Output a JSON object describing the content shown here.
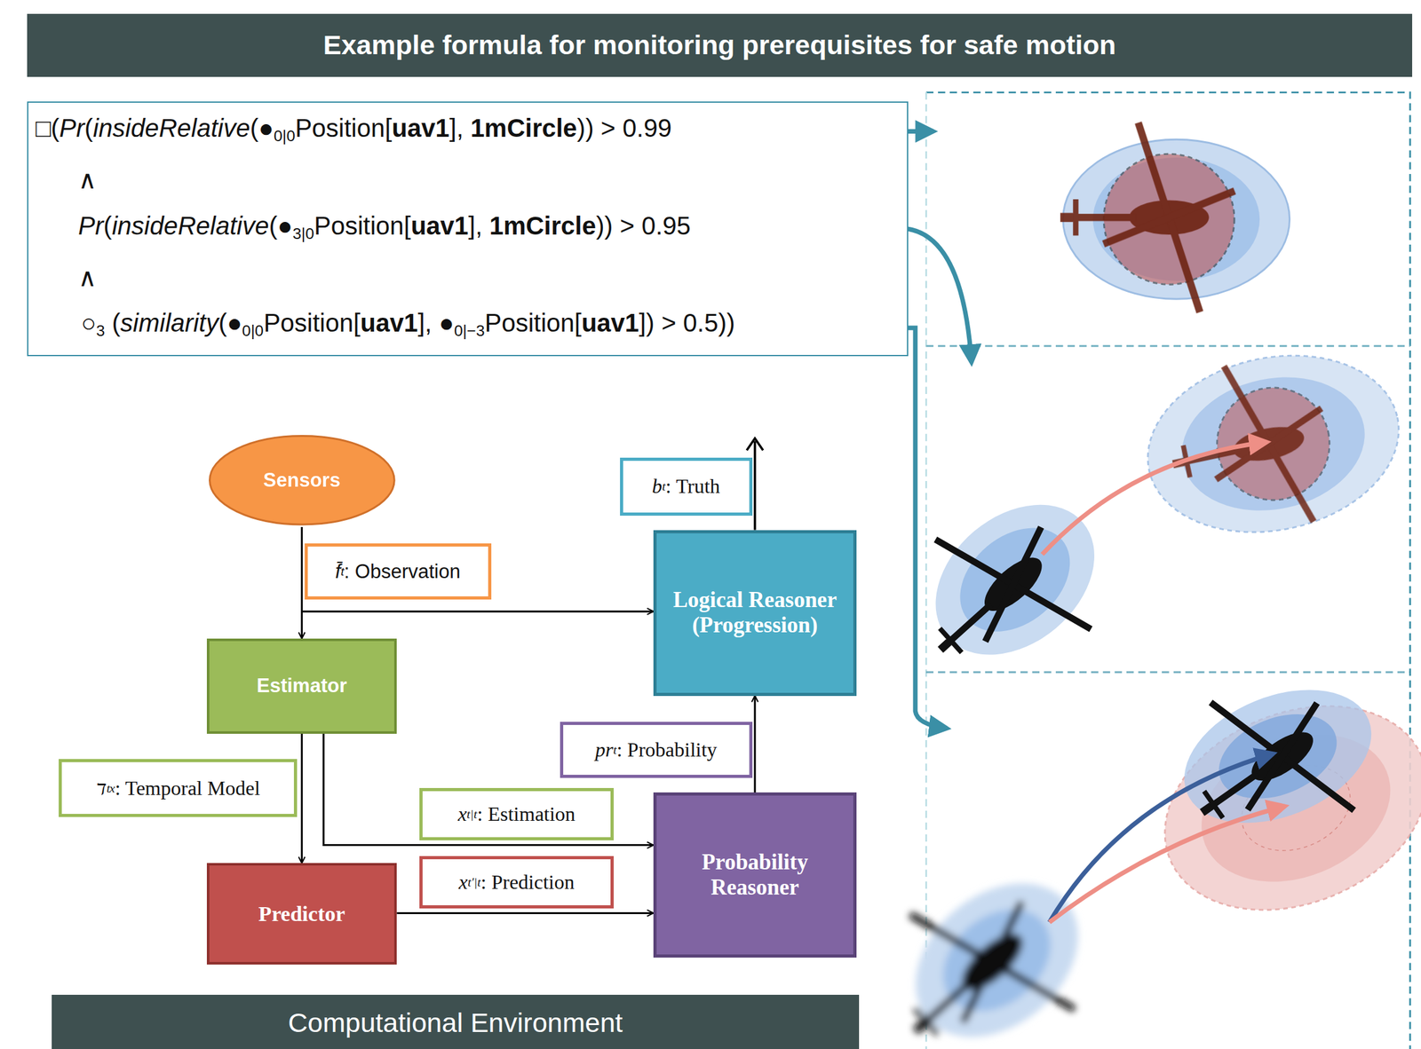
{
  "diagram": {
    "title": "Example formula for monitoring prerequisites for safe motion",
    "nodes": [
      {
        "text": [
          "□(Pr(insideRelative(●0|0Position[uav1], 1mCircle)) > 0.99",
          "∧",
          "Pr(insideRelative(●3|0Position[uav1], 1mCircle)) > 0.95",
          "∧",
          "○3 (similarity(●0|0Position[uav1], ●0|−3Position[uav1]) > 0.5))"
        ]
      },
      {
        "text": [
          "Sensors"
        ]
      },
      {
        "text": [
          "Estimator"
        ]
      },
      {
        "text": [
          "Predictor"
        ]
      },
      {
        "text": [
          "Logical Reasoner (Progression)"
        ]
      },
      {
        "text": [
          "Probability Reasoner"
        ]
      },
      {
        "text": [
          "Computational Environment"
        ]
      }
    ],
    "edges": [
      {
        "from": 1,
        "to": 2,
        "arrow": "to",
        "label": "f̄t: Observation"
      },
      {
        "from": 1,
        "to": 4,
        "arrow": "to"
      },
      {
        "from": 2,
        "to": 3,
        "arrow": "to",
        "label": "דtx: Temporal Model"
      },
      {
        "from": 2,
        "to": 5,
        "arrow": "to",
        "label": "xt|t: Estimation"
      },
      {
        "from": 3,
        "to": 5,
        "arrow": "to",
        "label": "xt′|t: Prediction"
      },
      {
        "from": 5,
        "to": 4,
        "arrow": "to",
        "label": "prt: Probability"
      }
    ],
    "labels": [
      "bt: Truth"
    ]
  }
}
